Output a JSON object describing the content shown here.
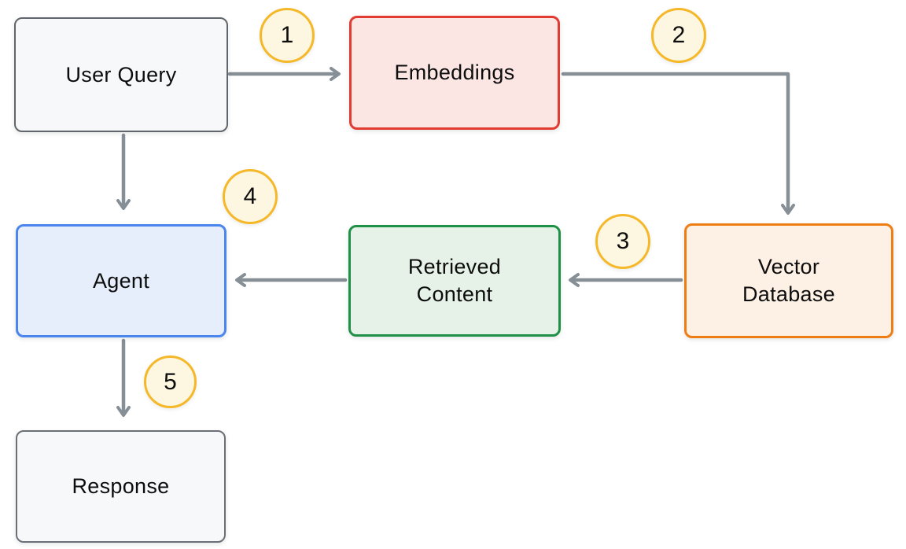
{
  "diagram": {
    "type": "flowchart",
    "background_color": "#ffffff",
    "arrow_color": "#868e96",
    "badge_style": {
      "fill": "#fdf6e0",
      "border": "#f5b829"
    },
    "nodes": {
      "user_query": {
        "label": "User Query",
        "fill": "#f7f8f9",
        "border": "#60666c"
      },
      "embeddings": {
        "label": "Embeddings",
        "fill": "#fbe6e4",
        "border": "#e23b32"
      },
      "vector_database": {
        "label": "Vector\nDatabase",
        "fill": "#fdf0e4",
        "border": "#ee7d13"
      },
      "retrieved_content": {
        "label": "Retrieved\nContent",
        "fill": "#e6f2e8",
        "border": "#1f9147"
      },
      "agent": {
        "label": "Agent",
        "fill": "#e6eefb",
        "border": "#4b86ee"
      },
      "response": {
        "label": "Response",
        "fill": "#f7f8f9",
        "border": "#6a7075"
      }
    },
    "badges": [
      {
        "number": "1"
      },
      {
        "number": "2"
      },
      {
        "number": "3"
      },
      {
        "number": "4"
      },
      {
        "number": "5"
      }
    ],
    "edges": [
      {
        "from": "User Query",
        "to": "Embeddings",
        "step": "1"
      },
      {
        "from": "Embeddings",
        "to": "Vector Database",
        "step": "2"
      },
      {
        "from": "Vector Database",
        "to": "Retrieved Content",
        "step": "3"
      },
      {
        "from": "User Query",
        "to": "Agent",
        "step": "4"
      },
      {
        "from": "Retrieved Content",
        "to": "Agent",
        "step": ""
      },
      {
        "from": "Agent",
        "to": "Response",
        "step": "5"
      }
    ]
  }
}
